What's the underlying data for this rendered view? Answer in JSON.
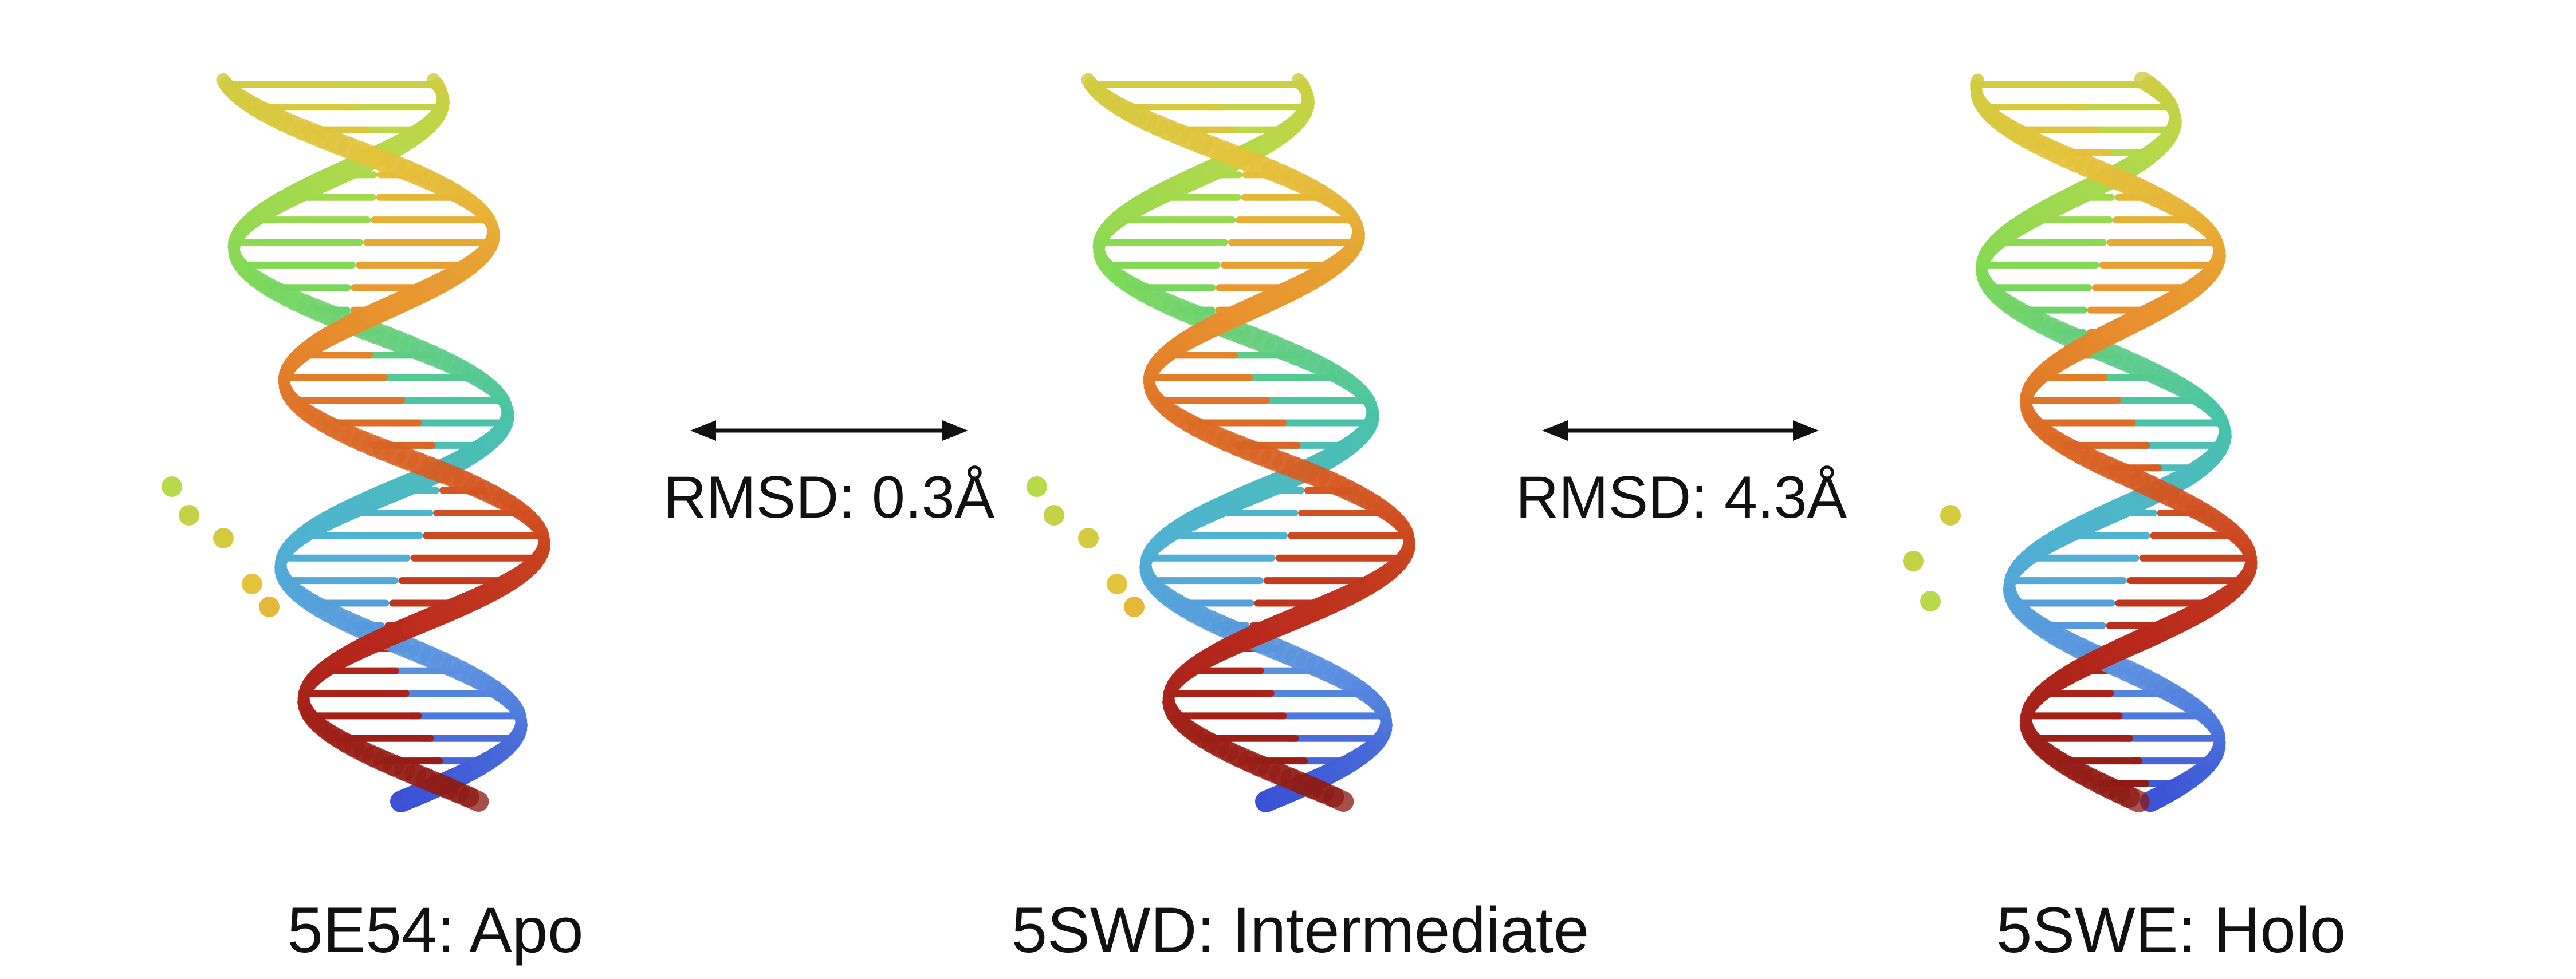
{
  "structures": [
    {
      "label": "5E54: Apo"
    },
    {
      "label": "5SWD: Intermediate"
    },
    {
      "label": "5SWE: Holo"
    }
  ],
  "comparisons": [
    {
      "label": "RMSD: 0.3Å"
    },
    {
      "label": "RMSD: 4.3Å"
    }
  ],
  "colors": {
    "ribbon_gradient": [
      "#3b52d6",
      "#5a8fe0",
      "#4fb3d3",
      "#49c4a6",
      "#7ed957",
      "#b8d94a",
      "#e6c23a",
      "#e8902e",
      "#d65a22",
      "#b8281c",
      "#8b1a14"
    ],
    "arrow": "#111111",
    "text": "#111111"
  }
}
